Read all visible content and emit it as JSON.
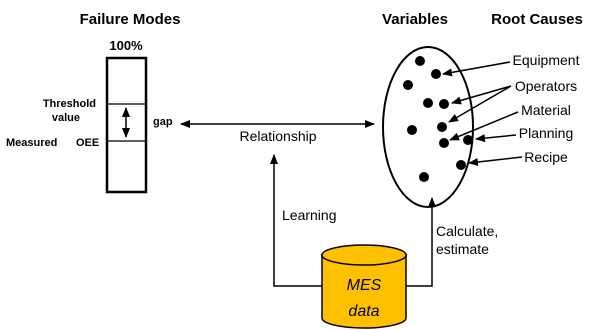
{
  "headings": {
    "failure_modes": "Failure Modes",
    "variables": "Variables",
    "root_causes": "Root Causes"
  },
  "gauge": {
    "top_label": "100%",
    "threshold_line1": "Threshold",
    "threshold_line2": "value",
    "measured_label": "Measured",
    "oee_label": "OEE",
    "gap_label": "gap"
  },
  "arrows": {
    "relationship": "Relationship",
    "learning": "Learning",
    "calculate_line1": "Calculate,",
    "calculate_line2": "estimate"
  },
  "cylinder": {
    "line1": "MES",
    "line2": "data",
    "fill_color": "#FFC000"
  },
  "root_causes": [
    "Equipment",
    "Operators",
    "Material",
    "Planning",
    "Recipe"
  ]
}
